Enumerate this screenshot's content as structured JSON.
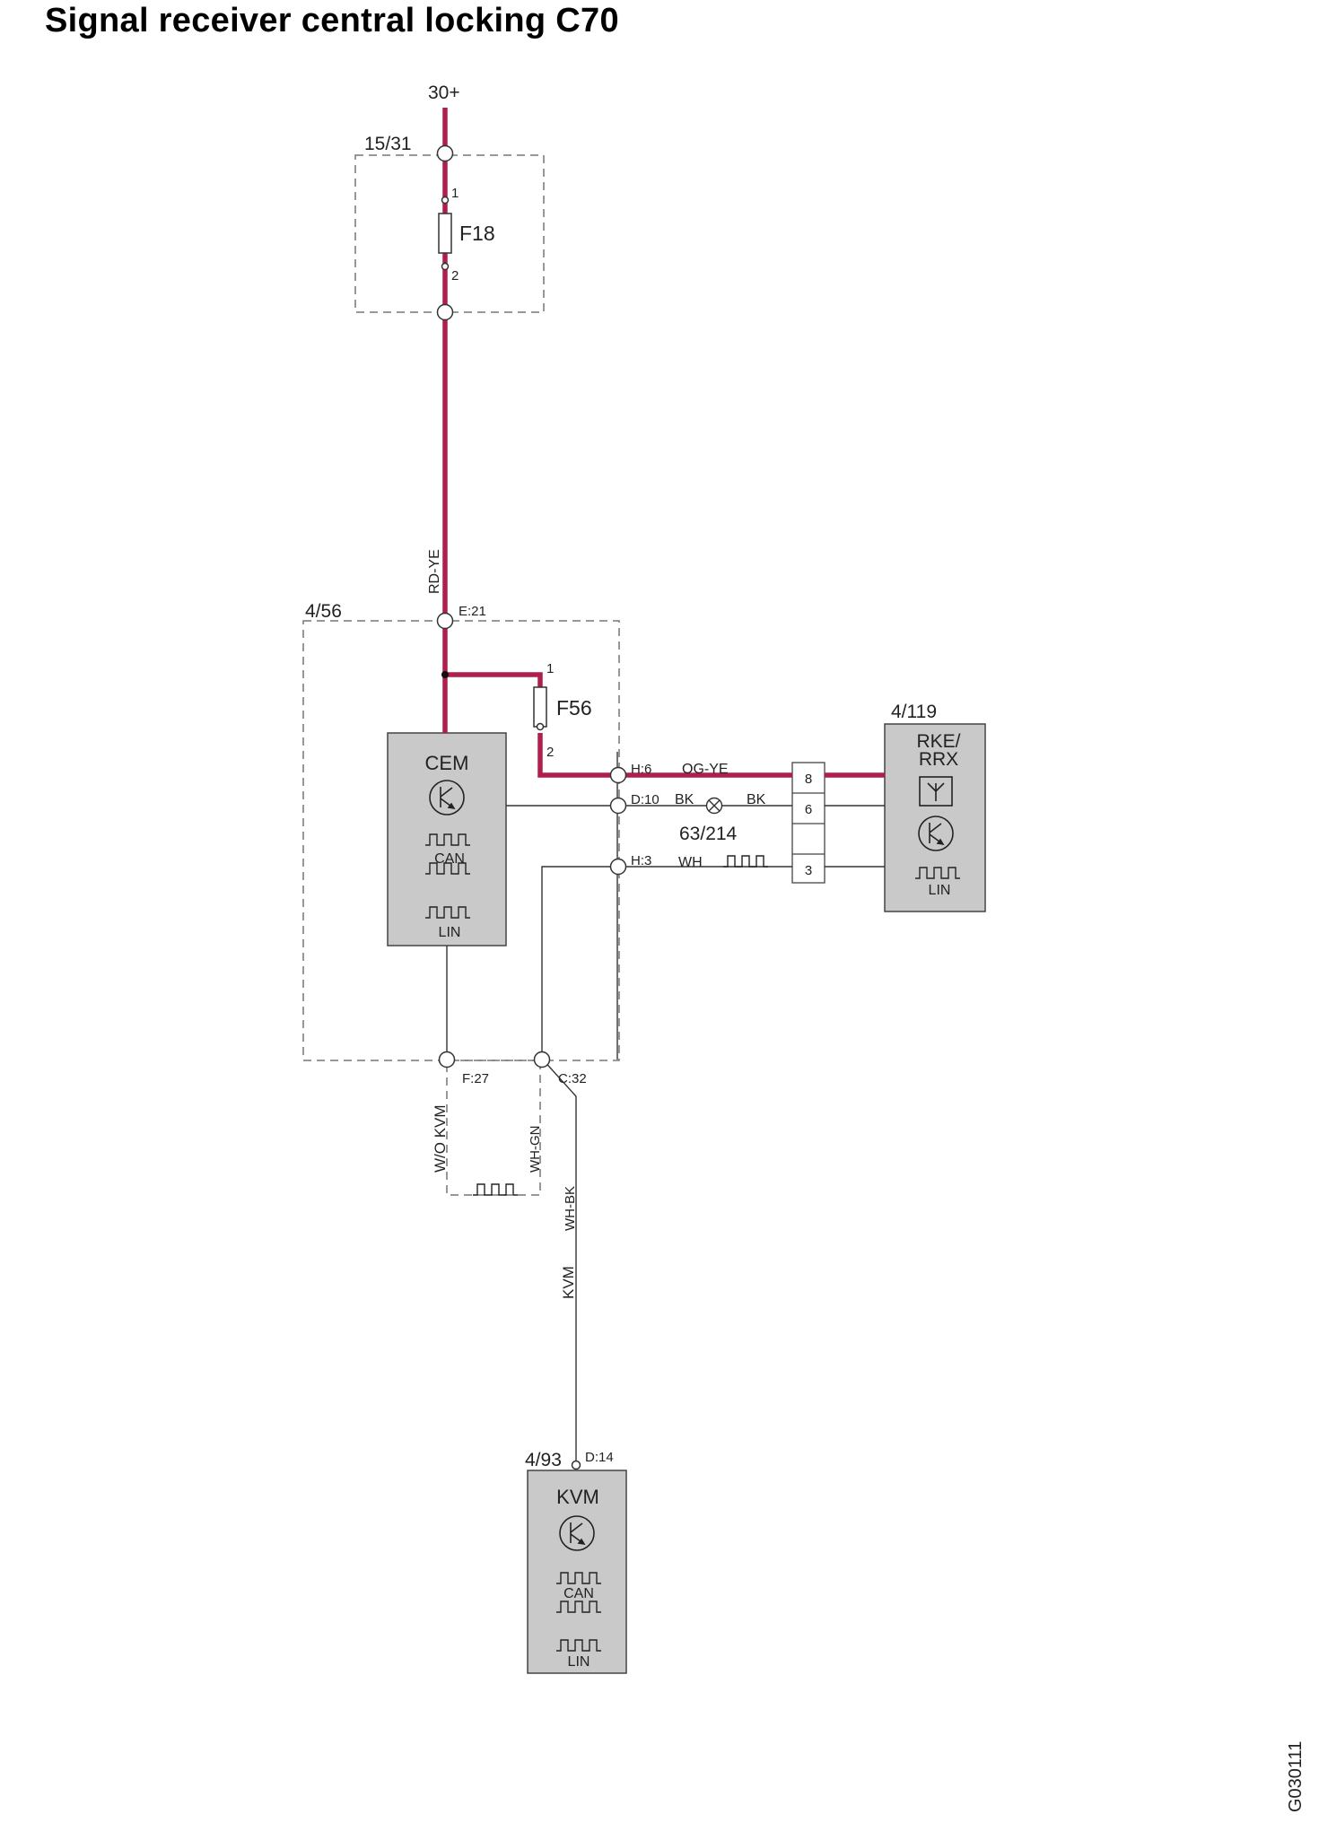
{
  "title": "Signal receiver central locking C70",
  "code": "G030111",
  "supply": "30+",
  "colors": {
    "power_wire": "#b01e4b",
    "component_fill": "#c9c9c9"
  },
  "boxes": {
    "fuse_box": "15/31",
    "cem_box": "4/56",
    "rke_box": "4/119",
    "kvm_box": "4/93"
  },
  "fuses": {
    "f18": {
      "name": "F18",
      "pin1": "1",
      "pin2": "2"
    },
    "f56": {
      "name": "F56",
      "pin1": "1",
      "pin2": "2"
    }
  },
  "modules": {
    "cem": {
      "name": "CEM",
      "can": "CAN",
      "lin": "LIN"
    },
    "rke": {
      "name_line1": "RKE/",
      "name_line2": "RRX",
      "lin": "LIN"
    },
    "kvm": {
      "name": "KVM",
      "can": "CAN",
      "lin": "LIN"
    }
  },
  "pins": {
    "e21": "E:21",
    "h6": "H:6",
    "d10": "D:10",
    "h3": "H:3",
    "f27": "F:27",
    "c32": "C:32",
    "d14": "D:14"
  },
  "wires": {
    "rd_ye": "RD-YE",
    "og_ye": "OG-YE",
    "bk_left": "BK",
    "bk_right": "BK",
    "wh": "WH",
    "wh_gn": "WH-GN",
    "wh_bk": "WH-BK",
    "wo_kvm": "W/O KVM",
    "kvm": "KVM"
  },
  "ground_point": "63/214",
  "connector_pins": [
    "8",
    "6",
    "3"
  ]
}
